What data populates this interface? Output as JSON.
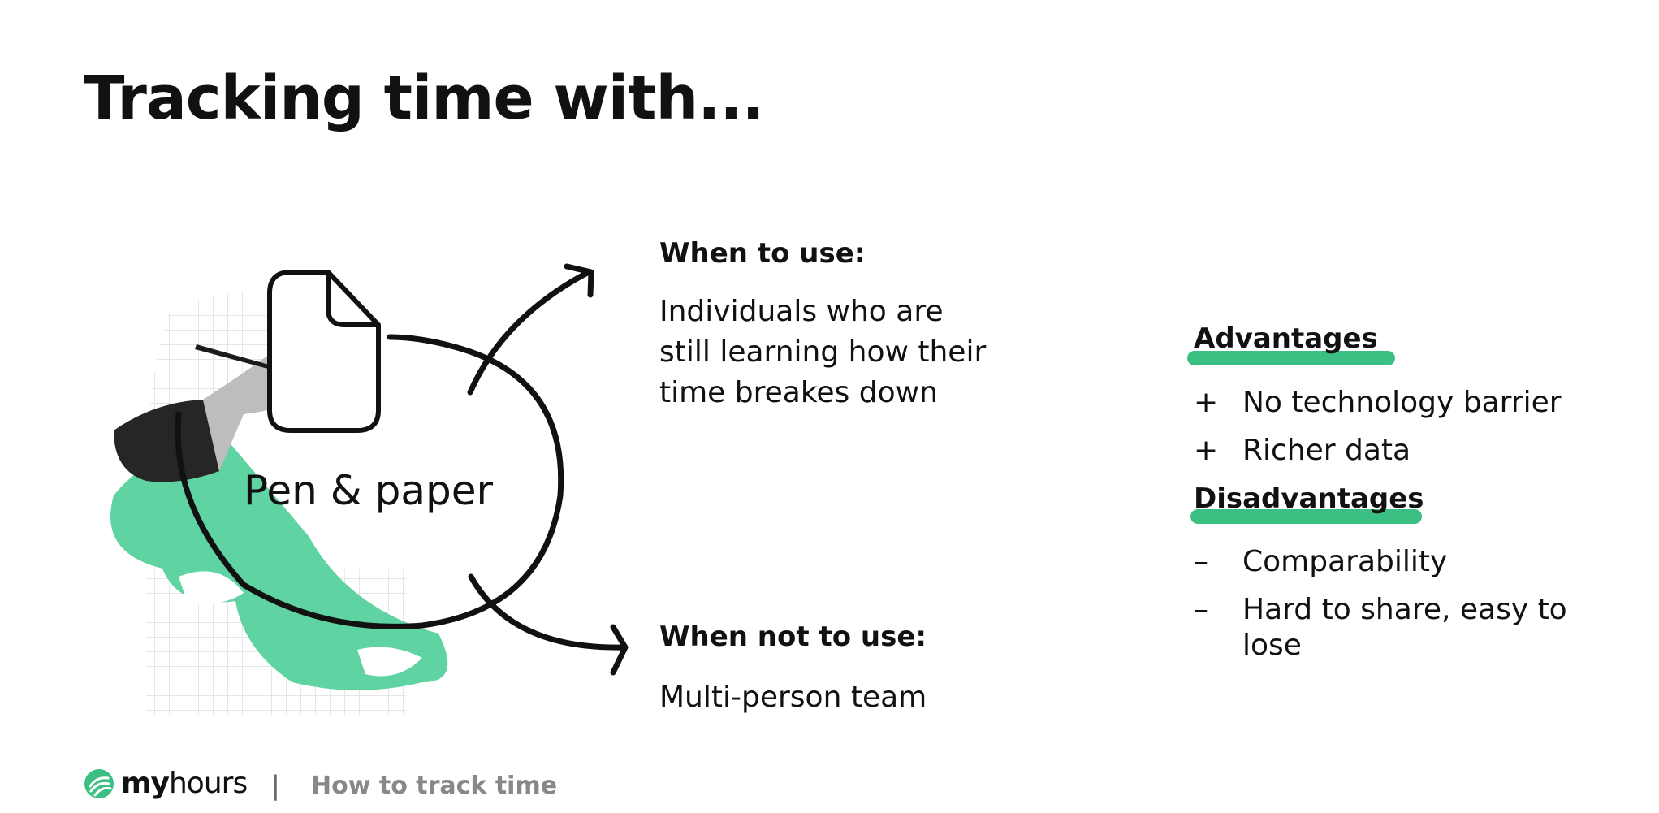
{
  "slide": {
    "title": "Tracking time with...",
    "method_label": "Pen & paper"
  },
  "when_to_use": {
    "heading": "When to use:",
    "text": "Individuals who are still learning how their time breakes down"
  },
  "when_not_to_use": {
    "heading": "When not to use:",
    "text": "Multi-person team"
  },
  "advantages": {
    "heading": "Advantages",
    "items": [
      {
        "mark": "+",
        "text": "No technology barrier"
      },
      {
        "mark": "+",
        "text": "Richer data"
      }
    ]
  },
  "disadvantages": {
    "heading": "Disadvantages",
    "items": [
      {
        "mark": "–",
        "text": "Comparability"
      },
      {
        "mark": "–",
        "text": "Hard to share, easy to lose"
      }
    ]
  },
  "footer": {
    "brand_prefix": "my",
    "brand_suffix": "hours",
    "subtitle": "How to track time",
    "separator": "|"
  },
  "colors": {
    "accent": "#3cbf83",
    "text": "#111111",
    "muted": "#888888"
  },
  "icons": [
    "document-icon",
    "hand-with-pen-illustration",
    "arrow-up-right-icon",
    "arrow-down-right-icon",
    "myhours-logo-icon"
  ]
}
